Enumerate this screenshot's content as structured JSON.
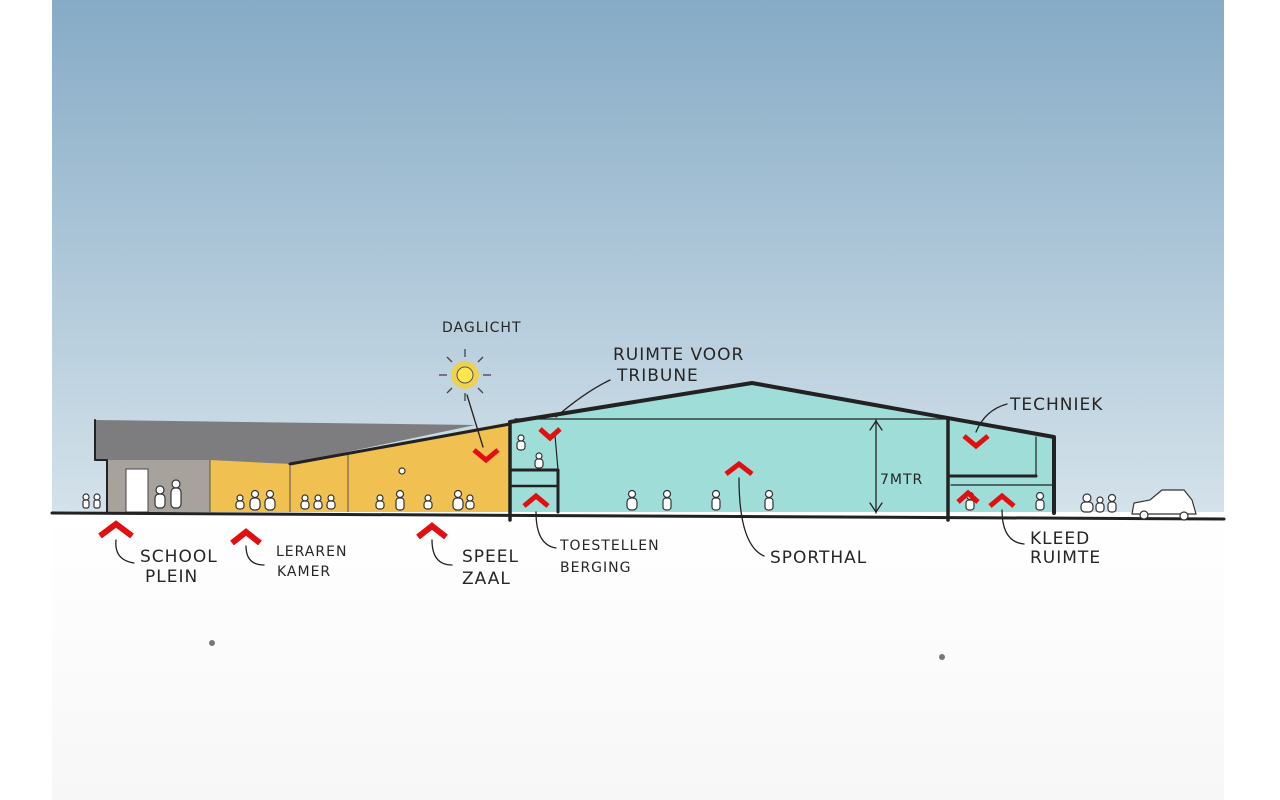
{
  "colors": {
    "sky_top": "#86abc6",
    "sky_bottom": "#d4e2ea",
    "roof_grey": "#7d7d80",
    "school_wall": "#a7a29c",
    "yellow": "#f0c050",
    "teal": "#9fddd9",
    "arrow_red": "#e01010",
    "ink": "#222222"
  },
  "labels": {
    "daglicht": "DAGLICHT",
    "tribune_1": "RUIMTE VOOR",
    "tribune_2": "TRIBUNE",
    "techniek": "TECHNIEK",
    "height": "7MTR",
    "schoolplein_1": "SCHOOL",
    "schoolplein_2": "PLEIN",
    "lerarenkamer_1": "LERAREN",
    "lerarenkamer_2": "KAMER",
    "speelzaal_1": "SPEEL",
    "speelzaal_2": "ZAAL",
    "berging_1": "TOESTELLEN",
    "berging_2": "BERGING",
    "sporthal": "SPORTHAL",
    "kleedruimte_1": "KLEED",
    "kleedruimte_2": "RUIMTE"
  },
  "icons": {
    "sun": "sun-icon",
    "arrow": "chevron-up-icon",
    "arrow_down": "chevron-down-icon",
    "car": "car-icon"
  }
}
